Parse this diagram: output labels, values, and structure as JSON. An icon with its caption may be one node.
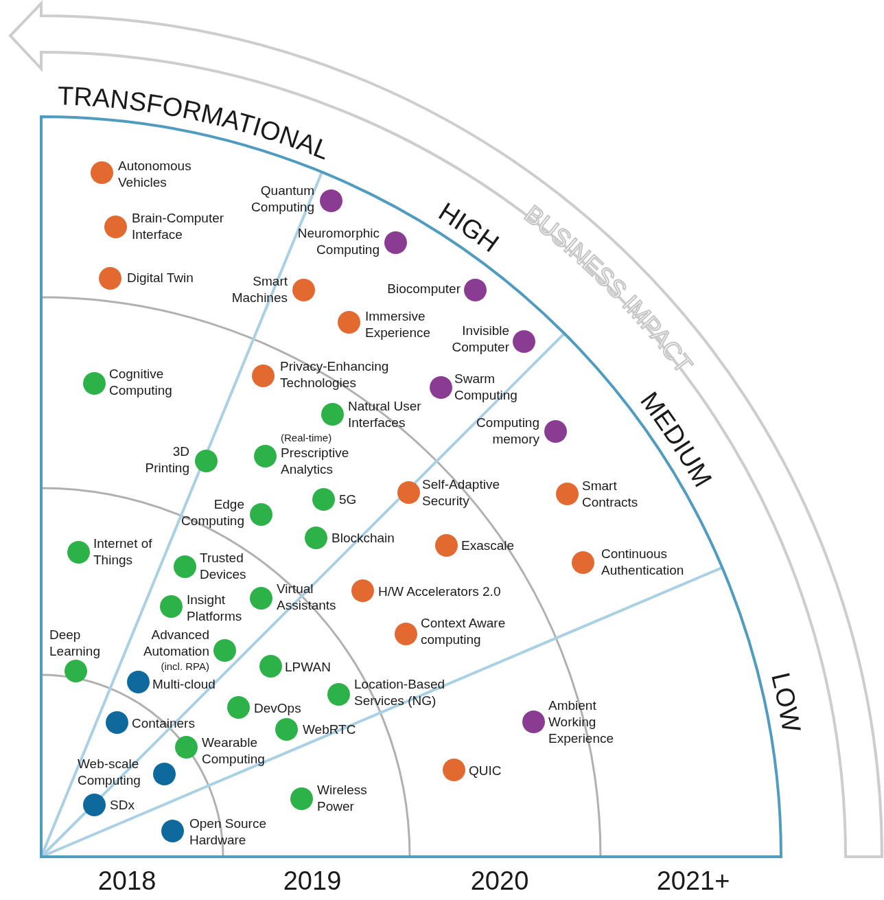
{
  "diagram": {
    "nodes": [
      {
        "text": [],
        "shape": "circle",
        "beside": [
          "Autonomous Vehicles"
        ]
      },
      {
        "text": [],
        "shape": "circle",
        "beside": [
          "Quantum Computing"
        ]
      },
      {
        "text": [],
        "shape": "circle",
        "beside": [
          "Brain-Computer Interface"
        ]
      },
      {
        "text": [],
        "shape": "circle",
        "beside": [
          "Neuromorphic Computing"
        ]
      },
      {
        "text": [],
        "shape": "circle",
        "beside": [
          "Digital Twin"
        ]
      },
      {
        "text": [],
        "shape": "circle",
        "beside": [
          "Smart Machines"
        ]
      },
      {
        "text": [],
        "shape": "circle",
        "beside": [
          "Biocomputer"
        ]
      },
      {
        "text": [],
        "shape": "circle",
        "beside": [
          "Immersive Experience"
        ]
      },
      {
        "text": [],
        "shape": "circle",
        "beside": [
          "Invisible Computer"
        ]
      },
      {
        "text": [],
        "shape": "circle",
        "beside": [
          "Cognitive Computing"
        ]
      },
      {
        "text": [],
        "shape": "circle",
        "beside": [
          "Privacy-Enhancing Technologies"
        ]
      },
      {
        "text": [],
        "shape": "circle",
        "beside": [
          "Swarm Computing"
        ]
      },
      {
        "text": [],
        "shape": "circle",
        "beside": [
          "Natural User Interfaces"
        ]
      },
      {
        "text": [],
        "shape": "circle",
        "beside": [
          "Computing memory"
        ]
      },
      {
        "text": [],
        "shape": "circle",
        "beside": [
          "3D Printing"
        ]
      },
      {
        "text": [],
        "shape": "circle",
        "beside": [
          "(Real-time)",
          "Prescriptive Analytics"
        ]
      },
      {
        "text": [],
        "shape": "circle",
        "beside": [
          "5G"
        ]
      },
      {
        "text": [],
        "shape": "circle",
        "beside": [
          "Self-Adaptive Security"
        ]
      },
      {
        "text": [],
        "shape": "circle",
        "beside": [
          "Smart Contracts"
        ]
      },
      {
        "text": [],
        "shape": "circle",
        "beside": [
          "Edge Computing"
        ]
      },
      {
        "text": [],
        "shape": "circle",
        "beside": [
          "Internet of Things"
        ]
      },
      {
        "text": [],
        "shape": "circle",
        "beside": [
          "Blockchain"
        ]
      },
      {
        "text": [],
        "shape": "circle",
        "beside": [
          "Exascale"
        ]
      },
      {
        "text": [],
        "shape": "circle",
        "beside": [
          "Continuous Authentication"
        ]
      },
      {
        "text": [],
        "shape": "circle",
        "beside": [
          "Trusted Devices"
        ]
      },
      {
        "text": [],
        "shape": "circle",
        "beside": [
          "Virtual Assistants"
        ]
      },
      {
        "text": [],
        "shape": "circle",
        "beside": [
          "H/W Accelerators 2.0"
        ]
      },
      {
        "text": [],
        "shape": "circle",
        "beside": [
          "Insight Platforms"
        ]
      },
      {
        "text": [],
        "shape": "circle",
        "beside": [
          "Context Aware computing"
        ]
      },
      {
        "text": [],
        "shape": "circle",
        "beside": [
          "Deep Learning"
        ]
      },
      {
        "text": [],
        "shape": "circle",
        "beside": [
          "Advanced Automation",
          "(incl. RPA)"
        ]
      },
      {
        "text": [],
        "shape": "circle",
        "beside": [
          "LPWAN"
        ]
      },
      {
        "text": [],
        "shape": "circle",
        "beside": [
          "Multi-cloud"
        ]
      },
      {
        "text": [],
        "shape": "circle",
        "beside": [
          "Location-Based Services (NG)"
        ]
      },
      {
        "text": [],
        "shape": "circle",
        "beside": [
          "DevOps"
        ]
      },
      {
        "text": [],
        "shape": "circle",
        "beside": [
          "Containers"
        ]
      },
      {
        "text": [],
        "shape": "circle",
        "beside": [
          "WebRTC"
        ]
      },
      {
        "text": [],
        "shape": "circle",
        "beside": [
          "Ambient Working Experience"
        ]
      },
      {
        "text": [],
        "shape": "circle",
        "beside": [
          "Wearable Computing"
        ]
      },
      {
        "text": [],
        "shape": "circle",
        "beside": [
          "Web-scale Computing"
        ]
      },
      {
        "text": [],
        "shape": "circle",
        "beside": [
          "QUIC"
        ]
      },
      {
        "text": [],
        "shape": "circle",
        "beside": [
          "SDx"
        ]
      },
      {
        "text": [],
        "shape": "circle",
        "beside": [
          "Wireless Power"
        ]
      },
      {
        "text": [],
        "shape": "circle",
        "beside": [
          "Open Source Hardware"
        ]
      }
    ],
    "labels": [
      "BUSINESS IMPACT",
      "TRANSFORMATIONAL",
      "HIGH",
      "MEDIUM",
      "LOW",
      "2018",
      "2019",
      "2020",
      "2021+"
    ]
  }
}
